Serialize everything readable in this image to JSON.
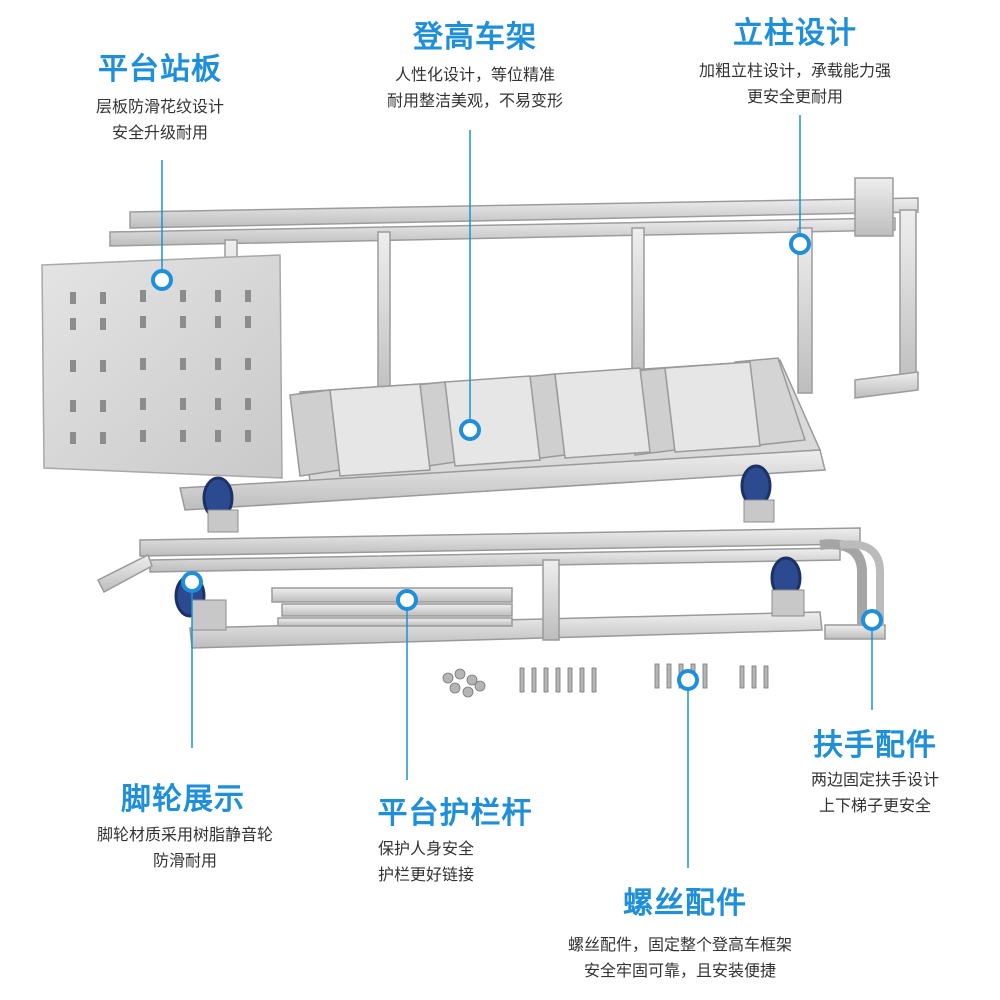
{
  "accent_color": "#1e8fd8",
  "text_color": "#333333",
  "annotations": [
    {
      "id": "platform-board",
      "title": "平台站板",
      "lines": [
        "层板防滑花纹设计",
        "安全升级耐用"
      ]
    },
    {
      "id": "ladder-frame",
      "title": "登高车架",
      "lines": [
        "人性化设计，等位精准",
        "耐用整洁美观，不易变形"
      ]
    },
    {
      "id": "column-design",
      "title": "立柱设计",
      "lines": [
        "加粗立柱设计，承载能力强",
        "更安全更耐用"
      ]
    },
    {
      "id": "handrail-parts",
      "title": "扶手配件",
      "lines": [
        "两边固定扶手设计",
        "上下梯子更安全"
      ]
    },
    {
      "id": "caster-display",
      "title": "脚轮展示",
      "lines": [
        "脚轮材质采用树脂静音轮",
        "防滑耐用"
      ]
    },
    {
      "id": "guardrail-bar",
      "title": "平台护栏杆",
      "lines": [
        "保护人身安全",
        "护栏更好链接"
      ]
    },
    {
      "id": "screw-parts",
      "title": "螺丝配件",
      "lines": [
        "螺丝配件，固定整个登高车框架",
        "安全牢固可靠，且安装便捷"
      ]
    }
  ]
}
